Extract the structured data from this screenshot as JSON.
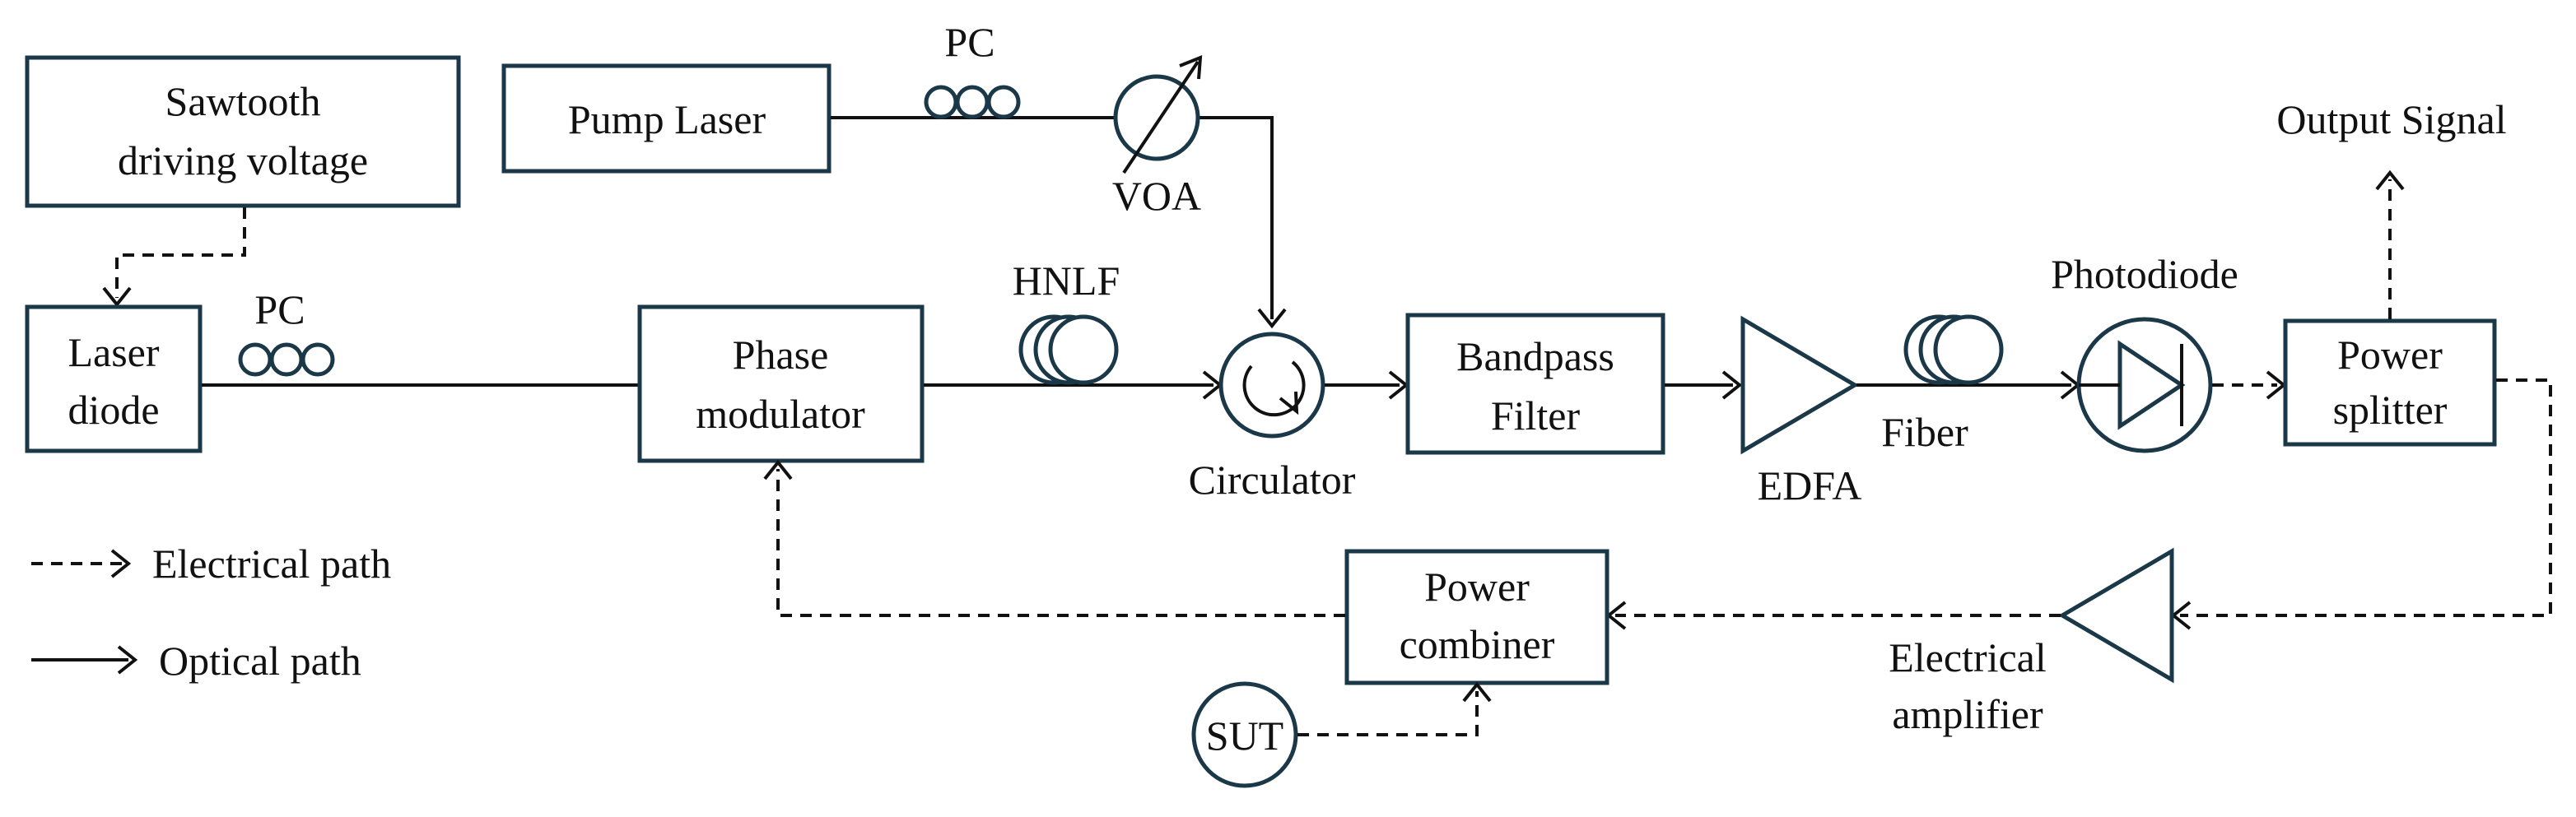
{
  "labels": {
    "sawtooth_line1": "Sawtooth",
    "sawtooth_line2": "driving voltage",
    "laser_line1": "Laser",
    "laser_line2": "diode",
    "pc_left": "PC",
    "pc_top": "PC",
    "pump_laser": "Pump Laser",
    "voa": "VOA",
    "phase_line1": "Phase",
    "phase_line2": "modulator",
    "hnlf": "HNLF",
    "circulator": "Circulator",
    "bandpass_line1": "Bandpass",
    "bandpass_line2": "Filter",
    "edfa": "EDFA",
    "fiber": "Fiber",
    "photodiode": "Photodiode",
    "output_signal": "Output Signal",
    "power_splitter_line1": "Power",
    "power_splitter_line2": "splitter",
    "power_combiner_line1": "Power",
    "power_combiner_line2": "combiner",
    "sut": "SUT",
    "elec_amp_line1": "Electrical",
    "elec_amp_line2": "amplifier"
  },
  "legend": {
    "electrical": "Electrical path",
    "optical": "Optical path"
  },
  "colors": {
    "box_stroke": "#1a3848",
    "line": "#111111",
    "background": "#ffffff"
  }
}
